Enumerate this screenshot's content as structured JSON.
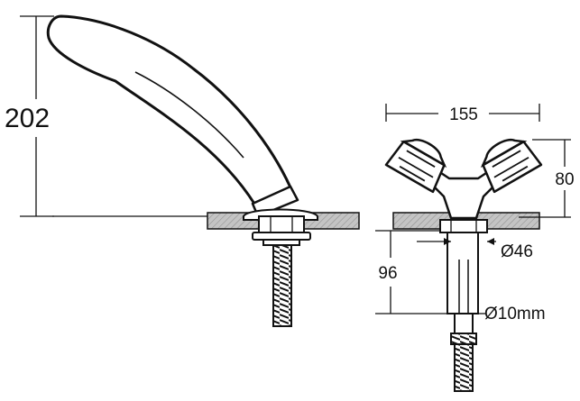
{
  "diagram": {
    "dimensions": {
      "handset_height": "202",
      "tap_width": "155",
      "tap_height": "80",
      "under_deck_length": "96",
      "tail_diameter": "Ø46",
      "hose_diameter": "Ø10mm"
    },
    "colors": {
      "line": "#111111",
      "surface_fill": "#bfbfbf",
      "background": "#ffffff"
    }
  }
}
